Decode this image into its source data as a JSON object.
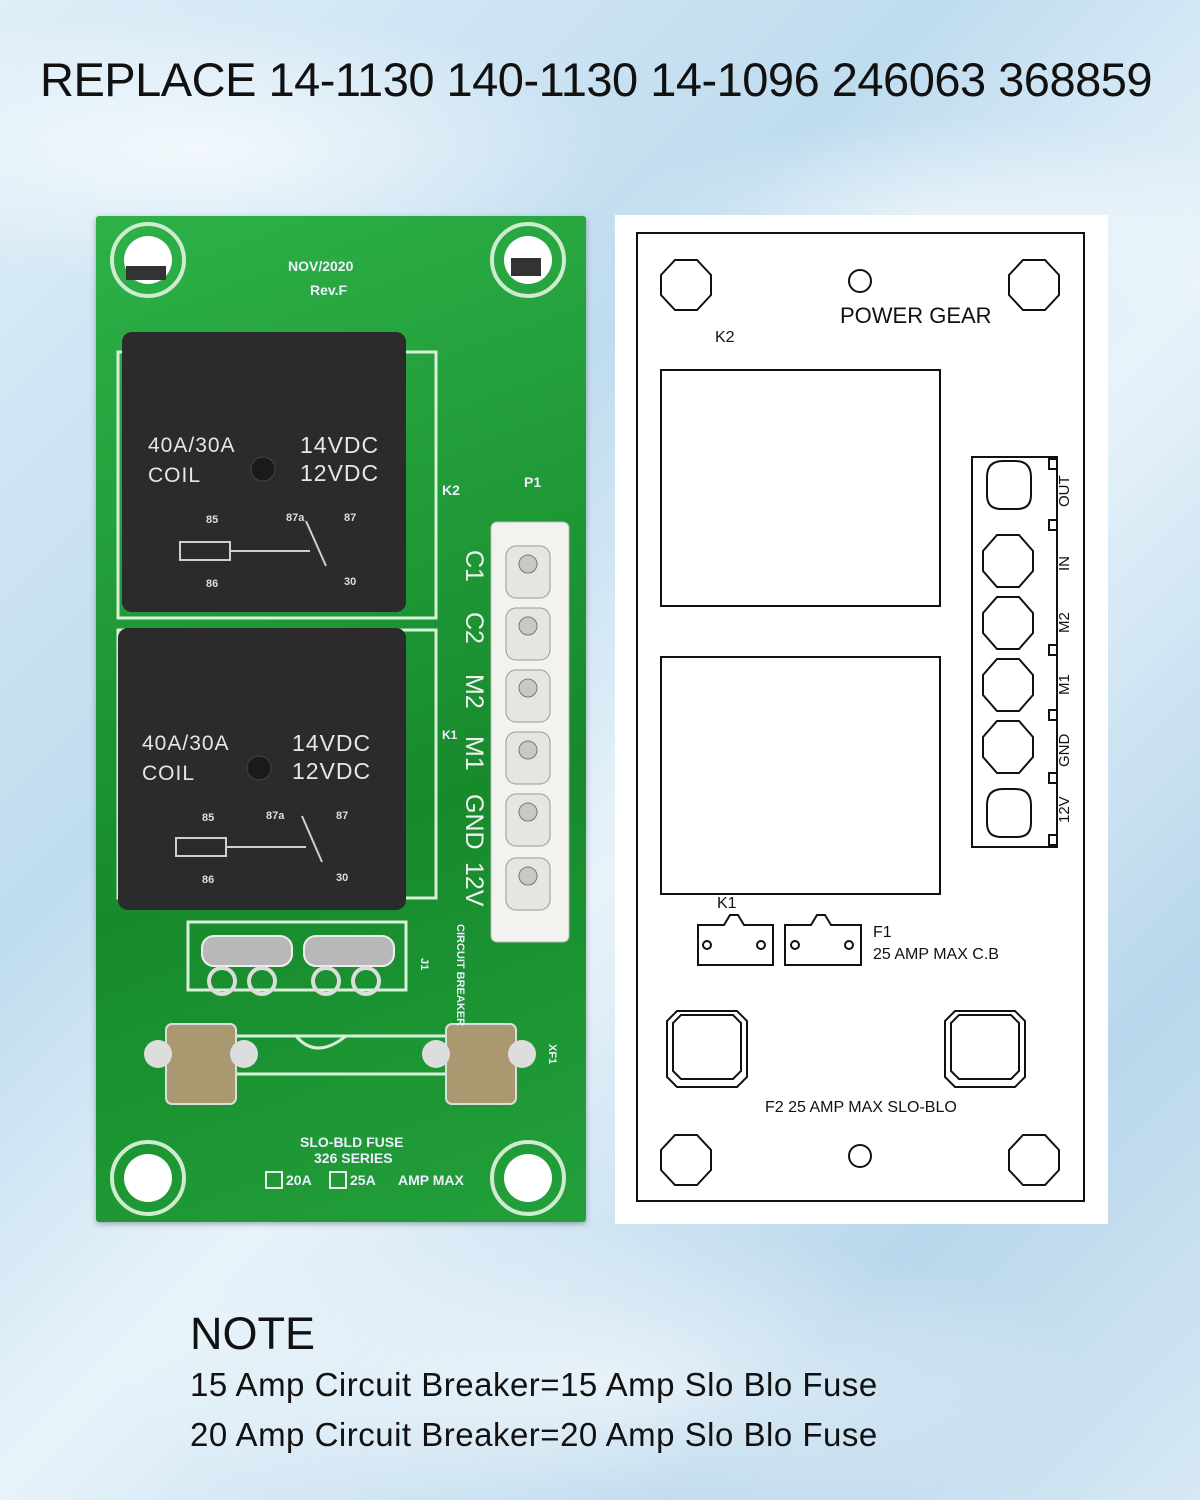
{
  "headline": "REPLACE 14-1130 140-1130 14-1096 246063 368859",
  "pcb": {
    "date": "NOV/2020",
    "rev": "Rev.F",
    "relay_top": {
      "rating": "40A/30A",
      "coil": "COIL",
      "v1": "14VDC",
      "v2": "12VDC",
      "label": "K2"
    },
    "relay_bottom": {
      "rating": "40A/30A",
      "coil": "COIL",
      "v1": "14VDC",
      "v2": "12VDC",
      "label": "K1"
    },
    "pin_terminals": [
      "85",
      "87a",
      "87",
      "86",
      "30"
    ],
    "connector_label": "P1",
    "pins": [
      "C1",
      "C2",
      "M2",
      "M1",
      "GND",
      "12V"
    ],
    "breaker_label": "CIRCUIT BREAKER",
    "breaker_ref": "J1",
    "fuse_ref": "XF1",
    "fuse_title": "SLO-BLD FUSE",
    "fuse_series": "326 SERIES",
    "opt_20": "20A",
    "opt_25": "25A",
    "amp_max": "AMP MAX"
  },
  "diagram": {
    "brand": "POWER GEAR",
    "k2": "K2",
    "k1": "K1",
    "terminals": [
      "OUT",
      "IN",
      "M2",
      "M1",
      "GND",
      "12V"
    ],
    "f1": "F1",
    "f1_desc": "25 AMP MAX C.B",
    "f2": "F2 25 AMP MAX SLO-BLO"
  },
  "note": {
    "title": "NOTE",
    "line1": "15 Amp Circuit Breaker=15 Amp Slo Blo Fuse",
    "line2": "20 Amp Circuit Breaker=20 Amp Slo Blo Fuse"
  }
}
